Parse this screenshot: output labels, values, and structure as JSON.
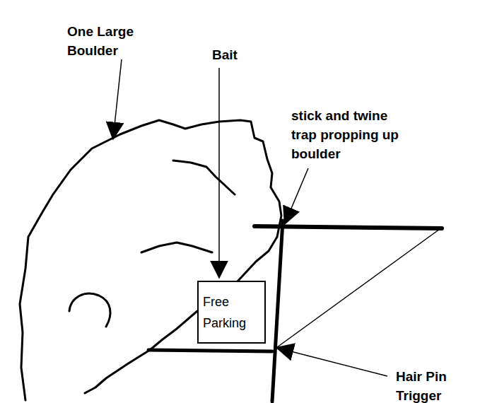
{
  "diagram": {
    "nodes": [
      {
        "text": [
          "Free Parking"
        ]
      }
    ],
    "labels": [
      "One Large Boulder",
      "Bait",
      "stick and twine trap propping up boulder",
      "Hair Pin Trigger"
    ]
  }
}
